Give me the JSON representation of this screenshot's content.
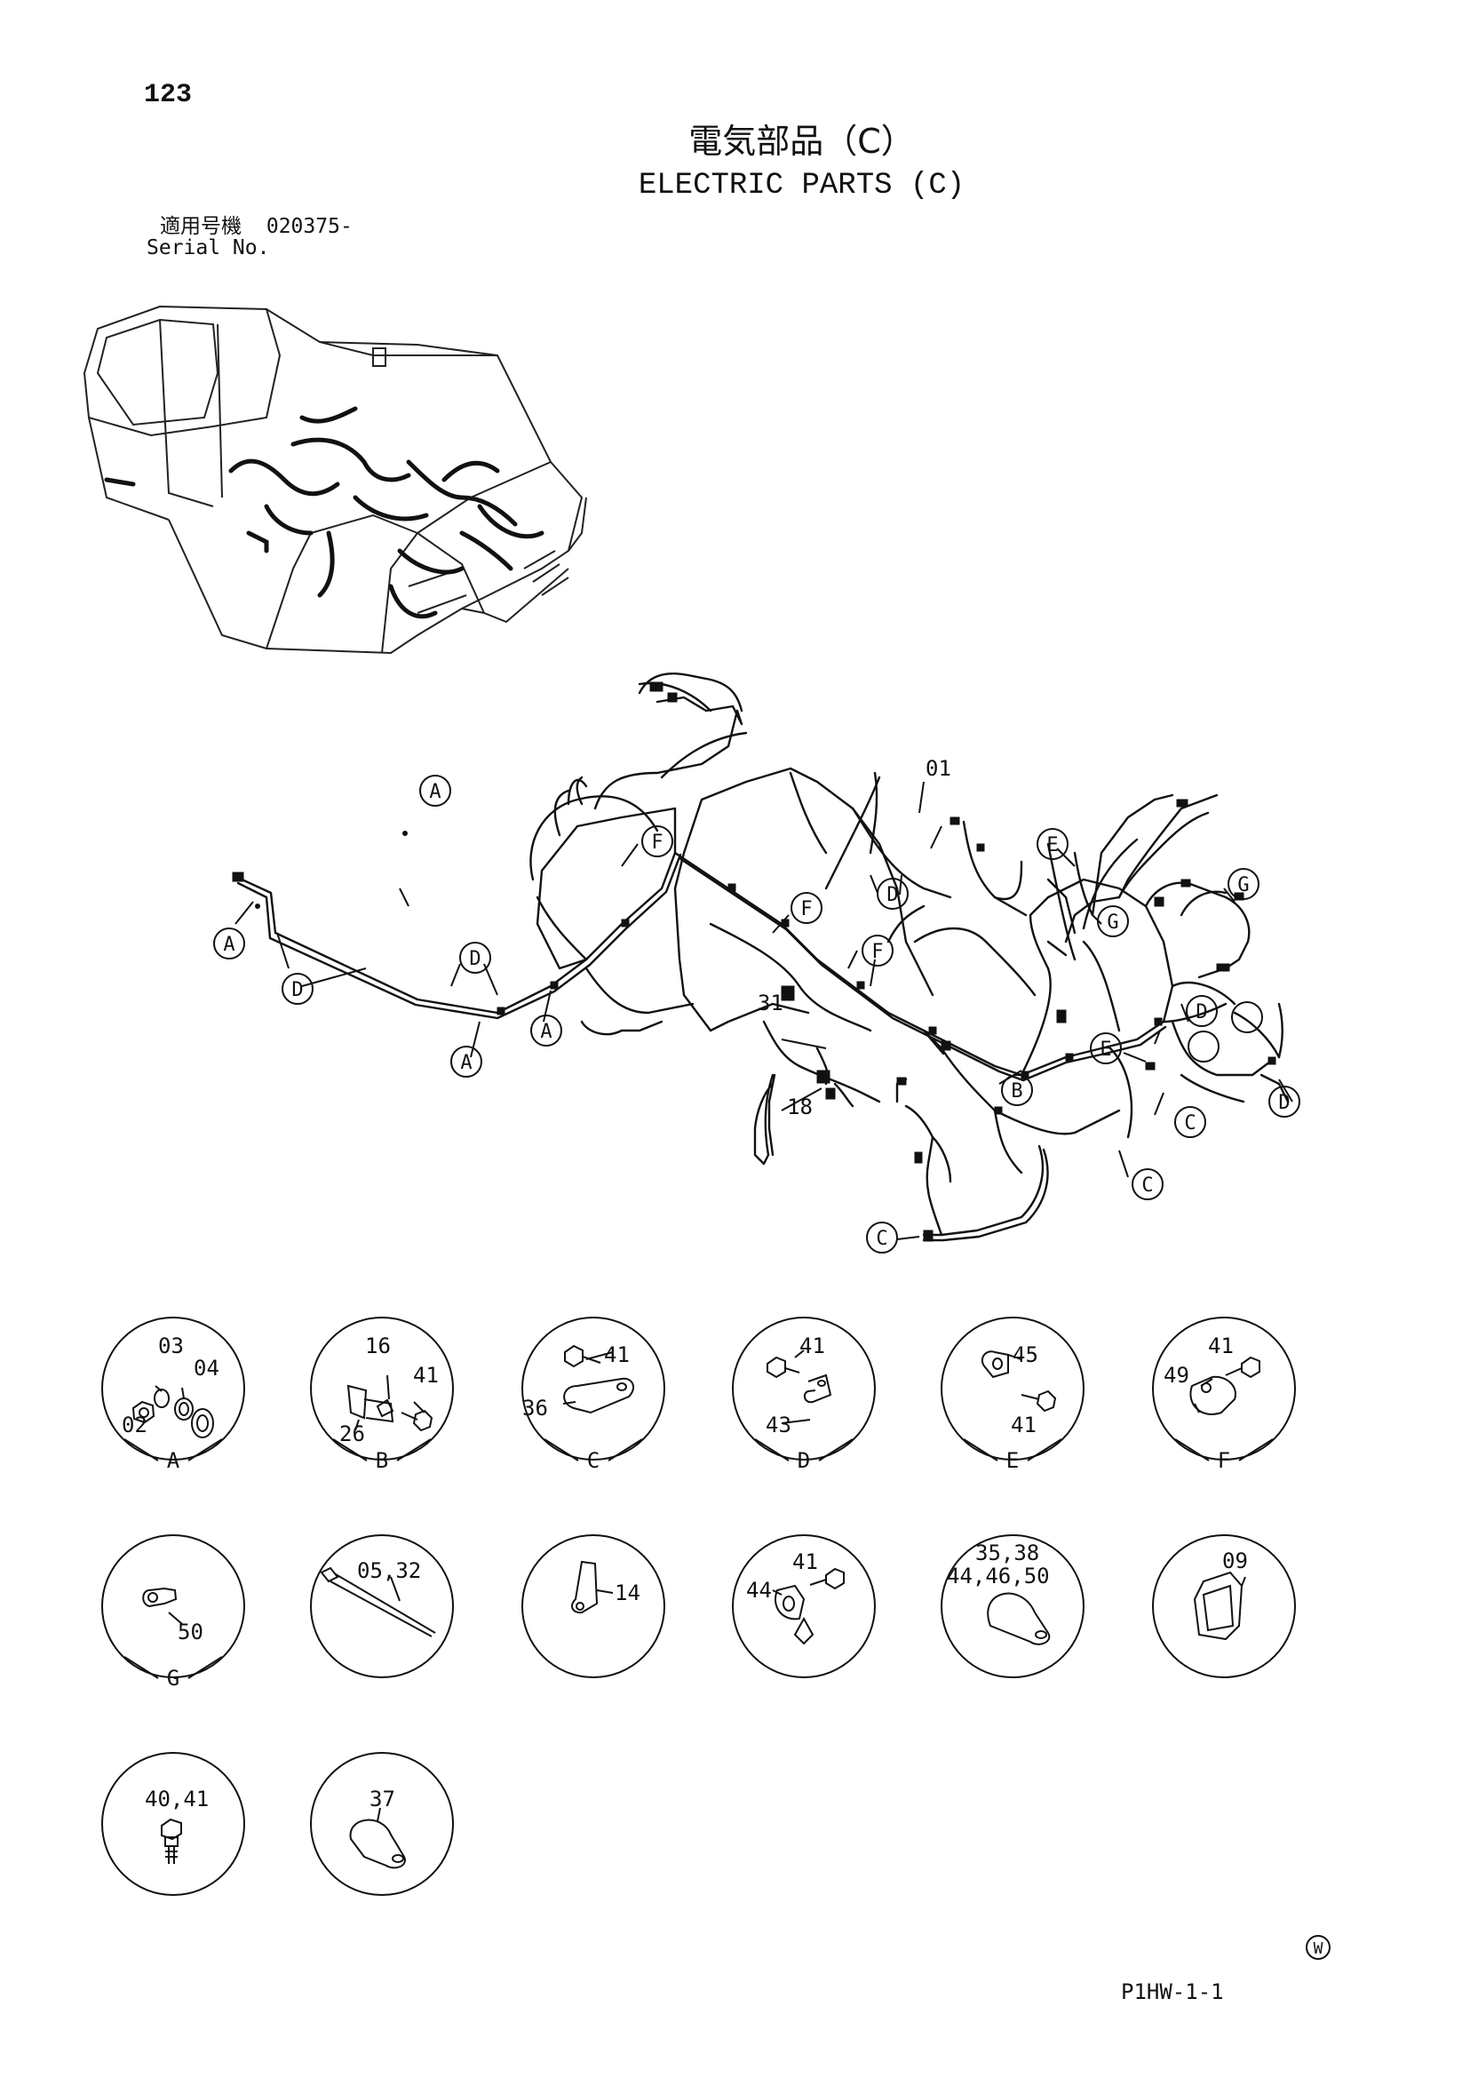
{
  "page_number": "123",
  "title_jp": "電気部品（C）",
  "title_en": "ELECTRIC PARTS (C)",
  "serial": {
    "label_jp": "適用号機",
    "value": "020375-",
    "label_en": "Serial No."
  },
  "part_code": "P1HW-1-1",
  "w_mark": "W",
  "callout_letters": [
    "A",
    "B",
    "C",
    "D",
    "E",
    "F",
    "G"
  ],
  "harness": {
    "main_label": "01",
    "clamp_label": "31",
    "bolt_label": "18"
  },
  "details": [
    {
      "letter": "A",
      "parts": [
        "03",
        "04",
        "02"
      ]
    },
    {
      "letter": "B",
      "parts": [
        "16",
        "41",
        "26"
      ]
    },
    {
      "letter": "C",
      "parts": [
        "41",
        "36"
      ]
    },
    {
      "letter": "D",
      "parts": [
        "41",
        "43"
      ]
    },
    {
      "letter": "E",
      "parts": [
        "45",
        "41"
      ]
    },
    {
      "letter": "F",
      "parts": [
        "41",
        "49"
      ]
    },
    {
      "letter": "G",
      "parts": [
        "50"
      ]
    },
    {
      "letter": "",
      "parts": [
        "05,32"
      ]
    },
    {
      "letter": "",
      "parts": [
        "14"
      ]
    },
    {
      "letter": "",
      "parts": [
        "41",
        "44"
      ]
    },
    {
      "letter": "",
      "parts": [
        "35,38",
        "44,46,50"
      ]
    },
    {
      "letter": "",
      "parts": [
        "09"
      ]
    },
    {
      "letter": "",
      "parts": [
        "40,41"
      ]
    },
    {
      "letter": "",
      "parts": [
        "37"
      ]
    }
  ]
}
